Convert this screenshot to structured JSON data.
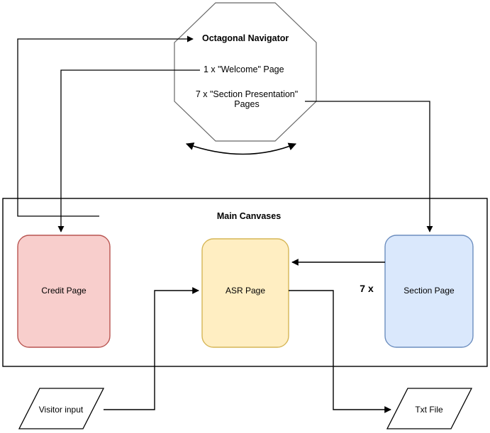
{
  "diagram": {
    "title_shape": "octagon",
    "colors": {
      "stroke": "#000000",
      "shape_outline_gray": "#666666",
      "credit_fill": "#f8cecc",
      "credit_border": "#b85450",
      "asr_fill": "#ffeec2",
      "asr_border": "#d6b656",
      "section_fill": "#dae8fc",
      "section_border": "#6c8ebf",
      "plain_fill": "#ffffff"
    }
  },
  "octagon": {
    "title": "Octagonal Navigator",
    "line_welcome": "1 x \"Welcome\" Page",
    "line_sections": "7 x \"Section Presentation\"\nPages"
  },
  "container": {
    "label": "Main Canvases"
  },
  "nodes": {
    "credit_page": {
      "label": "Credit Page"
    },
    "asr_page": {
      "label": "ASR Page"
    },
    "section_page": {
      "label": "Section Page"
    },
    "section_multiplier": {
      "label": "7 x"
    },
    "visitor_input": {
      "label": "Visitor input"
    },
    "txt_file": {
      "label": "Txt File"
    }
  }
}
